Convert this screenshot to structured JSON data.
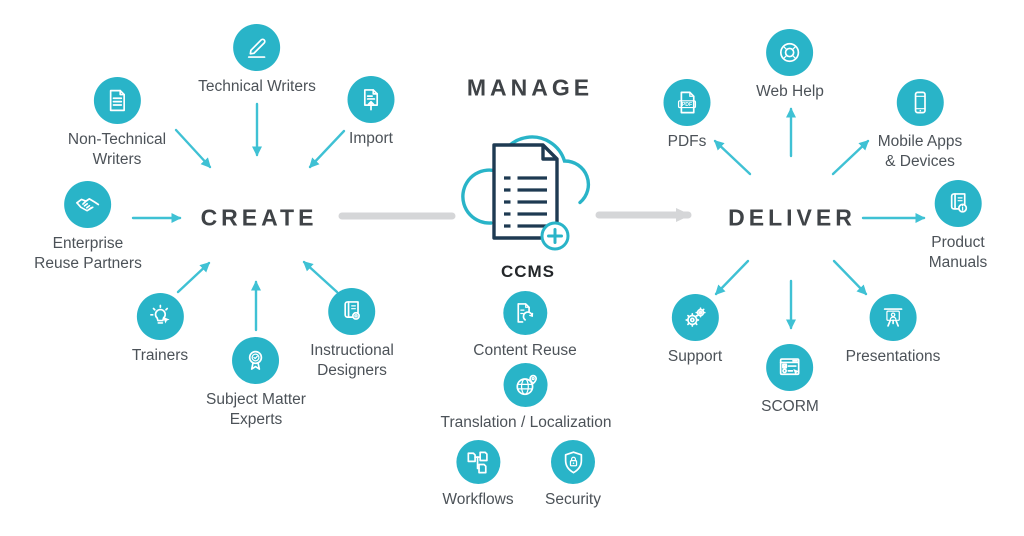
{
  "colors": {
    "accent_teal": "#29b4c8",
    "arrow_teal": "#3fc1d4",
    "connector_gray": "#d5d6d8",
    "heading_text": "#3f4347",
    "label_text": "#4c5258",
    "ccms_text": "#24272a",
    "document_navy": "#1e3a52",
    "background": "#ffffff"
  },
  "sections": {
    "create": {
      "heading": "CREATE",
      "items": [
        {
          "label": "Technical Writers",
          "icon": "pencil-icon"
        },
        {
          "label": "Non-Technical\nWriters",
          "icon": "document-icon"
        },
        {
          "label": "Import",
          "icon": "import-document-icon"
        },
        {
          "label": "Enterprise\nReuse Partners",
          "icon": "handshake-icon"
        },
        {
          "label": "Trainers",
          "icon": "lightbulb-pointer-icon"
        },
        {
          "label": "Subject Matter\nExperts",
          "icon": "award-badge-icon"
        },
        {
          "label": "Instructional\nDesigners",
          "icon": "certified-book-icon"
        }
      ]
    },
    "manage": {
      "heading": "MANAGE",
      "hub_label": "CCMS",
      "hub_icon": "cloud-document-icon",
      "items": [
        {
          "label": "Content Reuse",
          "icon": "document-reuse-icon"
        },
        {
          "label": "Translation / Localization",
          "icon": "globe-pin-icon"
        },
        {
          "label": "Workflows",
          "icon": "workflow-documents-icon"
        },
        {
          "label": "Security",
          "icon": "shield-lock-icon"
        }
      ]
    },
    "deliver": {
      "heading": "DELIVER",
      "items": [
        {
          "label": "Web Help",
          "icon": "life-ring-icon"
        },
        {
          "label": "PDFs",
          "icon": "pdf-file-icon"
        },
        {
          "label": "Mobile Apps\n& Devices",
          "icon": "smartphone-icon"
        },
        {
          "label": "Product\nManuals",
          "icon": "book-info-icon"
        },
        {
          "label": "Support",
          "icon": "gears-icon"
        },
        {
          "label": "SCORM",
          "icon": "scorm-window-icon"
        },
        {
          "label": "Presentations",
          "icon": "presentation-screen-icon"
        }
      ]
    }
  },
  "connections": [
    {
      "from": "Technical Writers",
      "to": "CREATE"
    },
    {
      "from": "Non-Technical Writers",
      "to": "CREATE"
    },
    {
      "from": "Import",
      "to": "CREATE"
    },
    {
      "from": "Enterprise Reuse Partners",
      "to": "CREATE"
    },
    {
      "from": "Trainers",
      "to": "CREATE"
    },
    {
      "from": "Subject Matter Experts",
      "to": "CREATE"
    },
    {
      "from": "Instructional Designers",
      "to": "CREATE"
    },
    {
      "from": "CREATE",
      "to": "CCMS",
      "style": "gray"
    },
    {
      "from": "CCMS",
      "to": "DELIVER",
      "style": "gray"
    },
    {
      "from": "DELIVER",
      "to": "Web Help"
    },
    {
      "from": "DELIVER",
      "to": "PDFs"
    },
    {
      "from": "DELIVER",
      "to": "Mobile Apps & Devices"
    },
    {
      "from": "DELIVER",
      "to": "Product Manuals"
    },
    {
      "from": "DELIVER",
      "to": "Support"
    },
    {
      "from": "DELIVER",
      "to": "SCORM"
    },
    {
      "from": "DELIVER",
      "to": "Presentations"
    }
  ]
}
